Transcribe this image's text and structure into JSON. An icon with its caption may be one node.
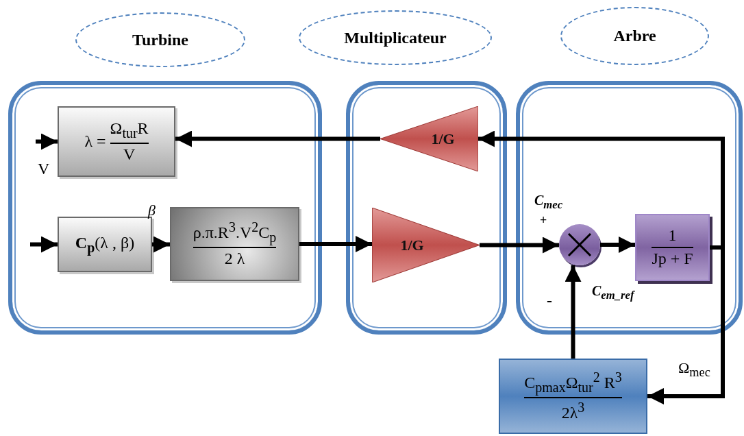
{
  "diagram": {
    "nodes": [
      {
        "text": [
          "Turbine"
        ]
      },
      {
        "text": [
          "Multiplicateur"
        ]
      },
      {
        "text": [
          "Arbre"
        ]
      },
      {
        "text": [],
        "shape": "box"
      },
      {
        "text": [],
        "shape": "box"
      },
      {
        "text": [],
        "shape": "box"
      },
      {
        "text": [
          "λ =",
          "Ω$_{tur}$R",
          "V"
        ],
        "in": 3
      },
      {
        "text": [
          "**C$_{p}$**(λ , β)"
        ],
        "in": 3
      },
      {
        "text": [
          "ρ.π.R$^{3}$.V$^{2}$C$_{p}$",
          "2 λ"
        ],
        "in": 3
      },
      {
        "text": [
          "1/G"
        ],
        "in": 4
      },
      {
        "text": [
          "1/G"
        ],
        "in": 4
      },
      {
        "text": [],
        "shape": "circle",
        "in": 5
      },
      {
        "text": [
          "1",
          "Jp + F"
        ],
        "in": 5
      },
      {
        "text": [
          "C$_{pmax}$Ω$_{tur}$$^{2}$ R$^{3}$",
          "2λ$^{3}$"
        ]
      }
    ],
    "edges": [
      {
        "from": null,
        "to": 6,
        "arrow": "to"
      },
      {
        "from": null,
        "to": 7,
        "arrow": "to"
      },
      {
        "from": 7,
        "to": 8,
        "arrow": "to"
      },
      {
        "from": 8,
        "to": 10,
        "arrow": "to"
      },
      {
        "from": 10,
        "to": 11,
        "arrow": "to"
      },
      {
        "from": 11,
        "to": 12,
        "arrow": "to"
      },
      {
        "from": 12,
        "to": 9,
        "arrow": "to"
      },
      {
        "from": 12,
        "to": 13,
        "arrow": "to"
      },
      {
        "from": 9,
        "to": 6,
        "arrow": "to"
      },
      {
        "from": 13,
        "to": 11,
        "arrow": "to"
      }
    ],
    "labels": [
      "V",
      "β",
      "C$_{mec}$",
      "+",
      "C$_{em_ref}$",
      "-",
      "Ω$_{mec}$"
    ]
  }
}
